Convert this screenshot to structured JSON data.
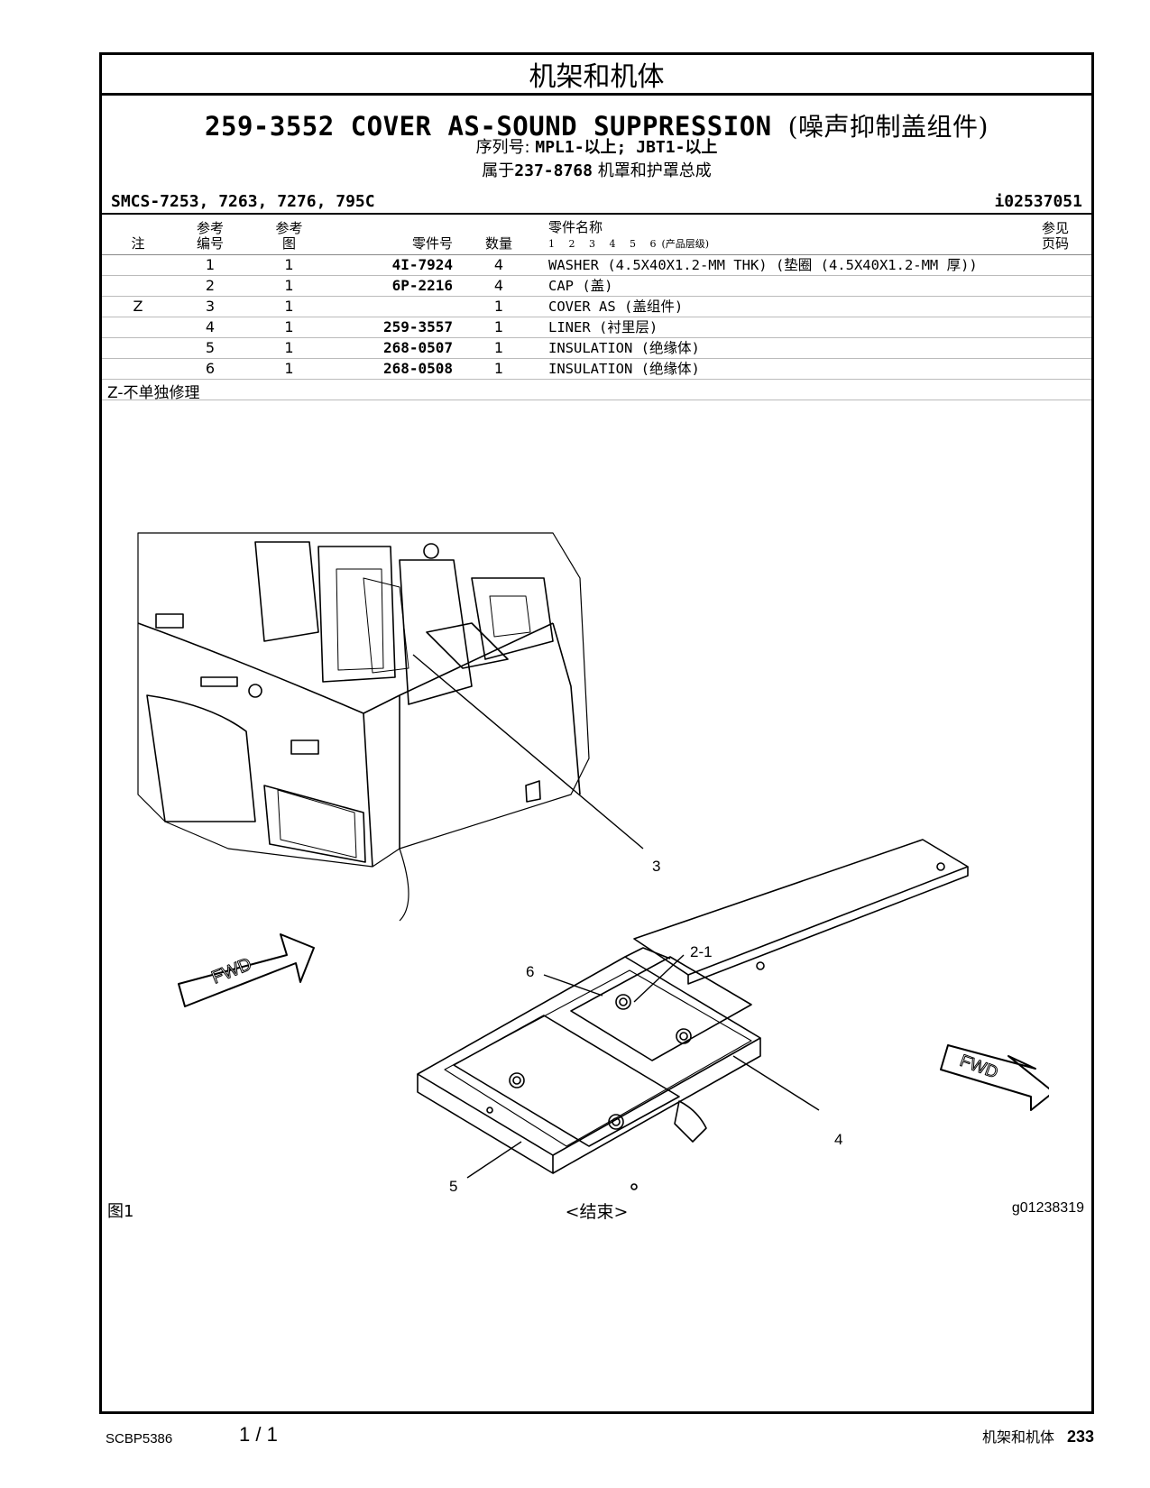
{
  "section_title": "机架和机体",
  "title": {
    "part_number": "259-3552",
    "name": "COVER AS-SOUND SUPPRESSION",
    "name_cn": "(噪声抑制盖组件)"
  },
  "serial": {
    "label": "序列号:",
    "value": "MPL1-以上; JBT1-以上"
  },
  "parent": {
    "prefix": "属于",
    "part_number": "237-8768",
    "name": "机罩和护罩总成"
  },
  "smcs": "SMCS-7253, 7263, 7276, 795C",
  "illustration_id": "i02537051",
  "table": {
    "headers": {
      "note": "注",
      "ref_no": "参考\n编号",
      "ref_fig": "参考\n图",
      "part_no": "零件号",
      "qty": "数量",
      "part_name": "零件名称",
      "levels": "1 2 3 4 5 6",
      "levels_cn": "(产品层级)",
      "see_page": "参见\n页码"
    },
    "rows": [
      {
        "note": "",
        "ref": "1",
        "fig": "1",
        "part_no": "4I-7924",
        "qty": "4",
        "name": "WASHER (4.5X40X1.2-MM THK) (垫圈 (4.5X40X1.2-MM 厚))",
        "page": ""
      },
      {
        "note": "",
        "ref": "2",
        "fig": "1",
        "part_no": "6P-2216",
        "qty": "4",
        "name": "CAP (盖)",
        "page": ""
      },
      {
        "note": "Z",
        "ref": "3",
        "fig": "1",
        "part_no": "",
        "qty": "1",
        "name": "COVER AS (盖组件)",
        "page": ""
      },
      {
        "note": "",
        "ref": "4",
        "fig": "1",
        "part_no": "259-3557",
        "qty": "1",
        "name": "LINER (衬里层)",
        "page": ""
      },
      {
        "note": "",
        "ref": "5",
        "fig": "1",
        "part_no": "268-0507",
        "qty": "1",
        "name": "INSULATION (绝缘体)",
        "page": ""
      },
      {
        "note": "",
        "ref": "6",
        "fig": "1",
        "part_no": "268-0508",
        "qty": "1",
        "name": "INSULATION (绝缘体)",
        "page": ""
      }
    ]
  },
  "footnote": "Z-不单独修理",
  "figure": {
    "callouts": [
      "3",
      "2-1",
      "6",
      "4",
      "5"
    ],
    "fwd_label": "FWD",
    "label": "图1",
    "end_mark": "<结束>",
    "graphic_id": "g01238319"
  },
  "footer": {
    "doc_id": "SCBP5386",
    "page_of": "1 / 1",
    "section": "机架和机体",
    "page_number": "233"
  }
}
